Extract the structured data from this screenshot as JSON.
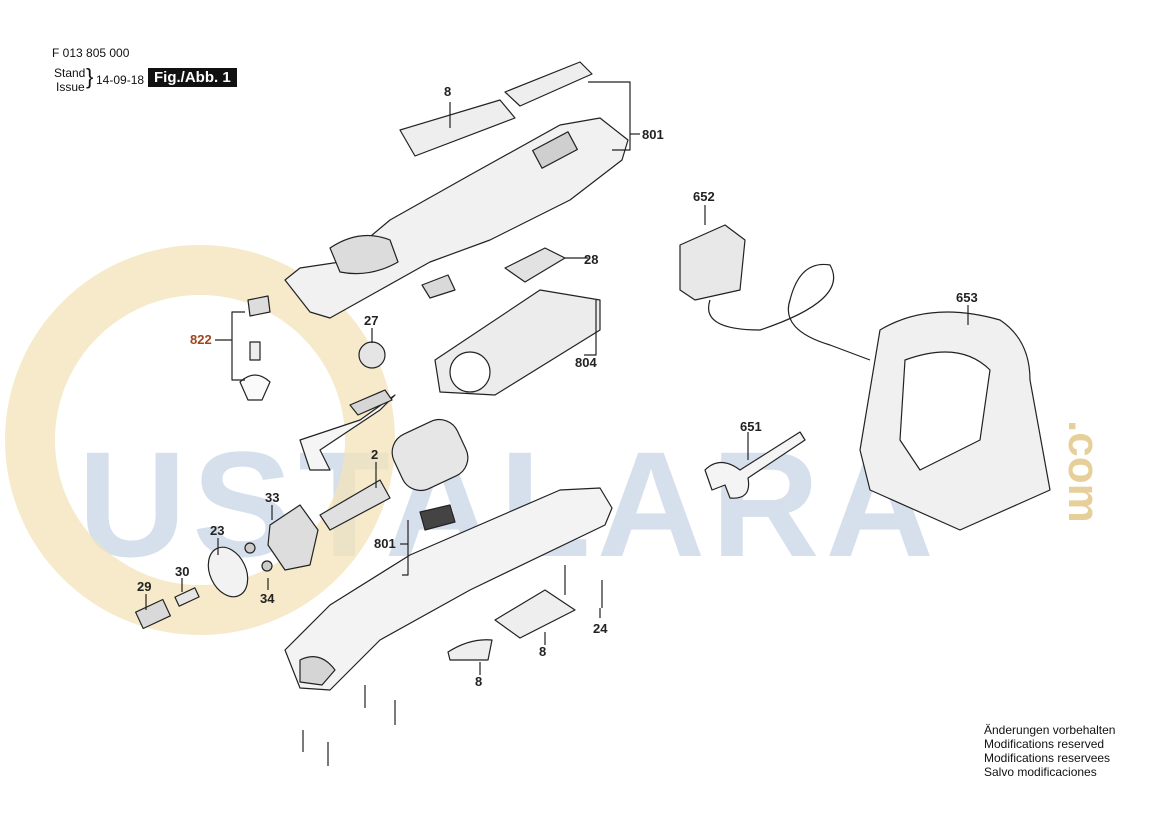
{
  "header": {
    "part_number": "F 013 805 000",
    "stand_label": "Stand",
    "issue_label": "Issue",
    "date": "14-09-18",
    "figure_label": "Fig./Abb. 1"
  },
  "watermark": {
    "text": "USTALARA",
    "suffix": ".com"
  },
  "callouts": [
    {
      "id": "8a",
      "text": "8"
    },
    {
      "id": "801a",
      "text": "801"
    },
    {
      "id": "652",
      "text": "652"
    },
    {
      "id": "28",
      "text": "28"
    },
    {
      "id": "653",
      "text": "653"
    },
    {
      "id": "822",
      "text": "822"
    },
    {
      "id": "27",
      "text": "27"
    },
    {
      "id": "804",
      "text": "804"
    },
    {
      "id": "651",
      "text": "651"
    },
    {
      "id": "2",
      "text": "2"
    },
    {
      "id": "33",
      "text": "33"
    },
    {
      "id": "23",
      "text": "23"
    },
    {
      "id": "801b",
      "text": "801"
    },
    {
      "id": "30",
      "text": "30"
    },
    {
      "id": "29",
      "text": "29"
    },
    {
      "id": "34",
      "text": "34"
    },
    {
      "id": "24",
      "text": "24"
    },
    {
      "id": "8b",
      "text": "8"
    },
    {
      "id": "8c",
      "text": "8"
    }
  ],
  "notes": [
    "Änderungen vorbehalten",
    "Modifications reserved",
    "Modifications reservees",
    "Salvo modificaciones"
  ]
}
